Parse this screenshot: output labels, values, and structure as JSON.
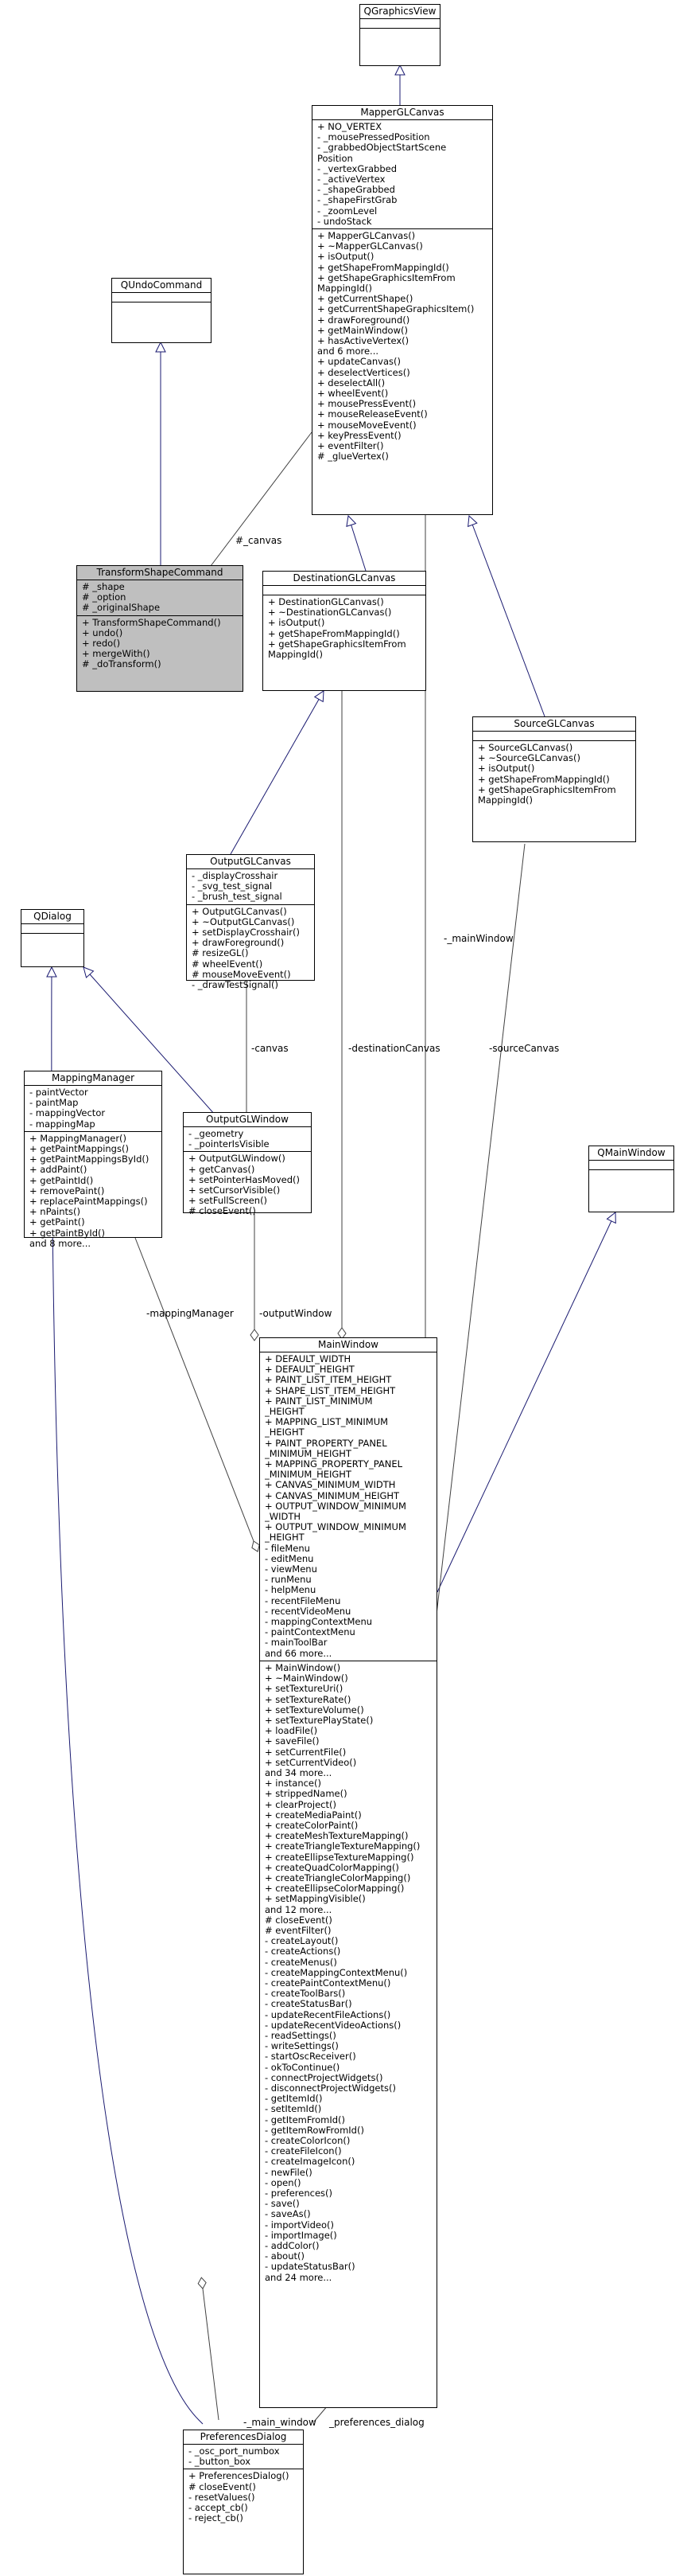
{
  "classes": {
    "qgraphicsview": {
      "name": "QGraphicsView"
    },
    "mapperglcanvas": {
      "name": "MapperGLCanvas",
      "attributes": [
        "+ NO_VERTEX",
        "- _mousePressedPosition",
        "- _grabbedObjectStartScene",
        "Position",
        "- _vertexGrabbed",
        "- _activeVertex",
        "- _shapeGrabbed",
        "- _shapeFirstGrab",
        "- _zoomLevel",
        "- undoStack"
      ],
      "methods": [
        "+ MapperGLCanvas()",
        "+ ~MapperGLCanvas()",
        "+ isOutput()",
        "+ getShapeFromMappingId()",
        "+ getShapeGraphicsItemFrom",
        "MappingId()",
        "+ getCurrentShape()",
        "+ getCurrentShapeGraphicsItem()",
        "+ drawForeground()",
        "+ getMainWindow()",
        "+ hasActiveVertex()",
        "and 6 more...",
        "+ updateCanvas()",
        "+ deselectVertices()",
        "+ deselectAll()",
        "+ wheelEvent()",
        "+ mousePressEvent()",
        "+ mouseReleaseEvent()",
        "+ mouseMoveEvent()",
        "+ keyPressEvent()",
        "+ eventFilter()",
        "# _glueVertex()"
      ]
    },
    "qundocommand": {
      "name": "QUndoCommand"
    },
    "transformshapecommand": {
      "name": "TransformShapeCommand",
      "attributes": [
        "# _shape",
        "# _option",
        "# _originalShape"
      ],
      "methods": [
        "+ TransformShapeCommand()",
        "+ undo()",
        "+ redo()",
        "+ mergeWith()",
        "# _doTransform()"
      ]
    },
    "destinationglcanvas": {
      "name": "DestinationGLCanvas",
      "methods": [
        "+ DestinationGLCanvas()",
        "+ ~DestinationGLCanvas()",
        "+ isOutput()",
        "+ getShapeFromMappingId()",
        "+ getShapeGraphicsItemFrom",
        "MappingId()"
      ]
    },
    "sourceglcanvas": {
      "name": "SourceGLCanvas",
      "methods": [
        "+ SourceGLCanvas()",
        "+ ~SourceGLCanvas()",
        "+ isOutput()",
        "+ getShapeFromMappingId()",
        "+ getShapeGraphicsItemFrom",
        "MappingId()"
      ]
    },
    "outputglcanvas": {
      "name": "OutputGLCanvas",
      "attributes": [
        "- _displayCrosshair",
        "- _svg_test_signal",
        "- _brush_test_signal"
      ],
      "methods": [
        "+ OutputGLCanvas()",
        "+ ~OutputGLCanvas()",
        "+ setDisplayCrosshair()",
        "+ drawForeground()",
        "# resizeGL()",
        "# wheelEvent()",
        "# mouseMoveEvent()",
        "- _drawTestSignal()"
      ]
    },
    "qdialog": {
      "name": "QDialog"
    },
    "mappingmanager": {
      "name": "MappingManager",
      "attributes": [
        "- paintVector",
        "- paintMap",
        "- mappingVector",
        "- mappingMap"
      ],
      "methods": [
        "+ MappingManager()",
        "+ getPaintMappings()",
        "+ getPaintMappingsById()",
        "+ addPaint()",
        "+ getPaintId()",
        "+ removePaint()",
        "+ replacePaintMappings()",
        "+ nPaints()",
        "+ getPaint()",
        "+ getPaintById()",
        "and 8 more..."
      ]
    },
    "outputglwindow": {
      "name": "OutputGLWindow",
      "attributes": [
        "- _geometry",
        "- _pointerIsVisible"
      ],
      "methods": [
        "+ OutputGLWindow()",
        "+ getCanvas()",
        "+ setPointerHasMoved()",
        "+ setCursorVisible()",
        "+ setFullScreen()",
        "# closeEvent()"
      ]
    },
    "qmainwindow": {
      "name": "QMainWindow"
    },
    "mainwindow": {
      "name": "MainWindow",
      "attributes": [
        "+ DEFAULT_WIDTH",
        "+ DEFAULT_HEIGHT",
        "+ PAINT_LIST_ITEM_HEIGHT",
        "+ SHAPE_LIST_ITEM_HEIGHT",
        "+ PAINT_LIST_MINIMUM",
        "_HEIGHT",
        "+ MAPPING_LIST_MINIMUM",
        "_HEIGHT",
        "+ PAINT_PROPERTY_PANEL",
        "_MINIMUM_HEIGHT",
        "+ MAPPING_PROPERTY_PANEL",
        "_MINIMUM_HEIGHT",
        "+ CANVAS_MINIMUM_WIDTH",
        "+ CANVAS_MINIMUM_HEIGHT",
        "+ OUTPUT_WINDOW_MINIMUM",
        "_WIDTH",
        "+ OUTPUT_WINDOW_MINIMUM",
        "_HEIGHT",
        "- fileMenu",
        "- editMenu",
        "- viewMenu",
        "- runMenu",
        "- helpMenu",
        "- recentFileMenu",
        "- recentVideoMenu",
        "- mappingContextMenu",
        "- paintContextMenu",
        "- mainToolBar",
        "and 66 more..."
      ],
      "methods": [
        "+ MainWindow()",
        "+ ~MainWindow()",
        "+ setTextureUri()",
        "+ setTextureRate()",
        "+ setTextureVolume()",
        "+ setTexturePlayState()",
        "+ loadFile()",
        "+ saveFile()",
        "+ setCurrentFile()",
        "+ setCurrentVideo()",
        "and 34 more...",
        "+ instance()",
        "+ strippedName()",
        "+ clearProject()",
        "+ createMediaPaint()",
        "+ createColorPaint()",
        "+ createMeshTextureMapping()",
        "+ createTriangleTextureMapping()",
        "+ createEllipseTextureMapping()",
        "+ createQuadColorMapping()",
        "+ createTriangleColorMapping()",
        "+ createEllipseColorMapping()",
        "+ setMappingVisible()",
        "and 12 more...",
        "# closeEvent()",
        "# eventFilter()",
        "- createLayout()",
        "- createActions()",
        "- createMenus()",
        "- createMappingContextMenu()",
        "- createPaintContextMenu()",
        "- createToolBars()",
        "- createStatusBar()",
        "- updateRecentFileActions()",
        "- updateRecentVideoActions()",
        "- readSettings()",
        "- writeSettings()",
        "- startOscReceiver()",
        "- okToContinue()",
        "- connectProjectWidgets()",
        "- disconnectProjectWidgets()",
        "- getItemId()",
        "- setItemId()",
        "- getItemFromId()",
        "- getItemRowFromId()",
        "- createColorIcon()",
        "- createFileIcon()",
        "- createImageIcon()",
        "- newFile()",
        "- open()",
        "- preferences()",
        "- save()",
        "- saveAs()",
        "- importVideo()",
        "- importImage()",
        "- addColor()",
        "- about()",
        "- updateStatusBar()",
        "and 24 more..."
      ]
    },
    "preferencesdialog": {
      "name": "PreferencesDialog",
      "attributes": [
        "- _osc_port_numbox",
        "- _button_box"
      ],
      "methods": [
        "+ PreferencesDialog()",
        "# closeEvent()",
        "- resetValues()",
        "- accept_cb()",
        "- reject_cb()"
      ]
    }
  },
  "edge_labels": {
    "canvas1": "#_canvas",
    "canvas2": "-canvas",
    "mapping_manager": "-mappingManager",
    "output_window": "-outputWindow",
    "destination_canvas": "-destinationCanvas",
    "main_window": "-_mainWindow",
    "source_canvas": "-sourceCanvas",
    "main_window2": "-_main_window",
    "preferences_dialog": "_preferences_dialog"
  }
}
